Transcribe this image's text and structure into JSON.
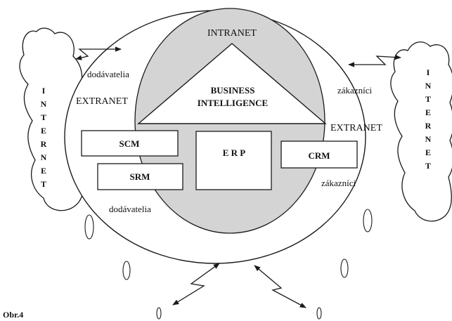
{
  "diagram": {
    "intranet_label": "INTRANET",
    "bi_line1": "BUSINESS",
    "bi_line2": "INTELLIGENCE",
    "extranet_left": "EXTRANET",
    "extranet_right": "EXTRANET",
    "suppliers_top": "dodávatelia",
    "suppliers_bottom": "dodávatelia",
    "customers_top": "zákazníci",
    "customers_bottom": "zákazníci",
    "scm": "SCM",
    "srm": "SRM",
    "erp": "E R P",
    "crm": "CRM",
    "internet_left": [
      "I",
      "N",
      "T",
      "E",
      "R",
      "N",
      "E",
      "T"
    ],
    "internet_right": [
      "I",
      "N",
      "T",
      "E",
      "R",
      "N",
      "E",
      "T"
    ],
    "caption": "Obr.4"
  },
  "colors": {
    "intranet_fill": "#d4d4d4",
    "stroke": "#1a1a1a",
    "background": "#ffffff"
  }
}
